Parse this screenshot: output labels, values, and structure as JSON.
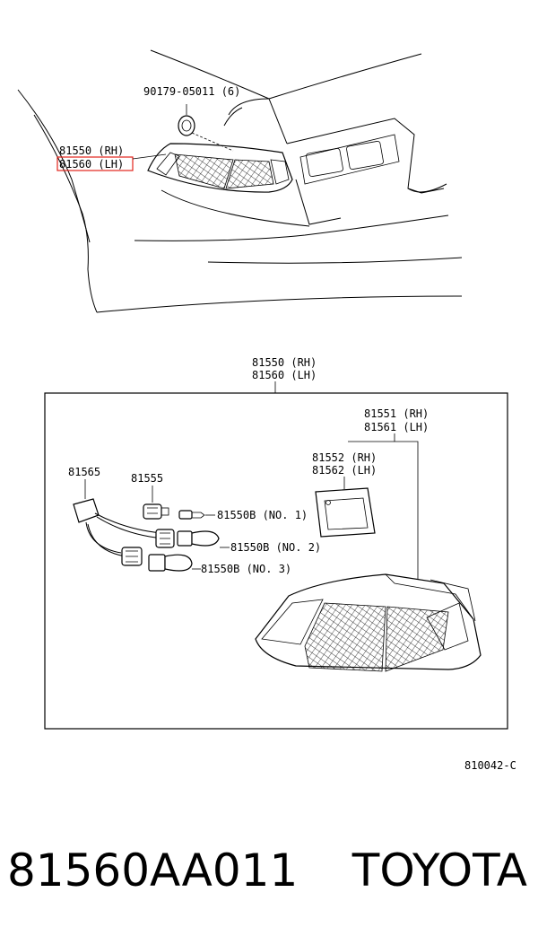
{
  "top_labels": {
    "bolt": "90179-05011 (6)",
    "rh": "81550 (RH)",
    "lh": "81560 (LH)"
  },
  "detail": {
    "assy_rh": "81550 (RH)",
    "assy_lh": "81560 (LH)",
    "lens_rh": "81551 (RH)",
    "lens_lh": "81561 (LH)",
    "reflector_rh": "81552 (RH)",
    "reflector_lh": "81562 (LH)",
    "wire": "81565",
    "socket": "81555",
    "bulb1": "81550B (NO. 1)",
    "bulb2": "81550B (NO. 2)",
    "bulb3": "81550B (NO. 3)"
  },
  "figure_code": "810042-C",
  "footer": {
    "part_number": "81560AA011",
    "brand": "TOYOTA"
  },
  "colors": {
    "highlight": "#e2231a",
    "ink": "#000000"
  }
}
